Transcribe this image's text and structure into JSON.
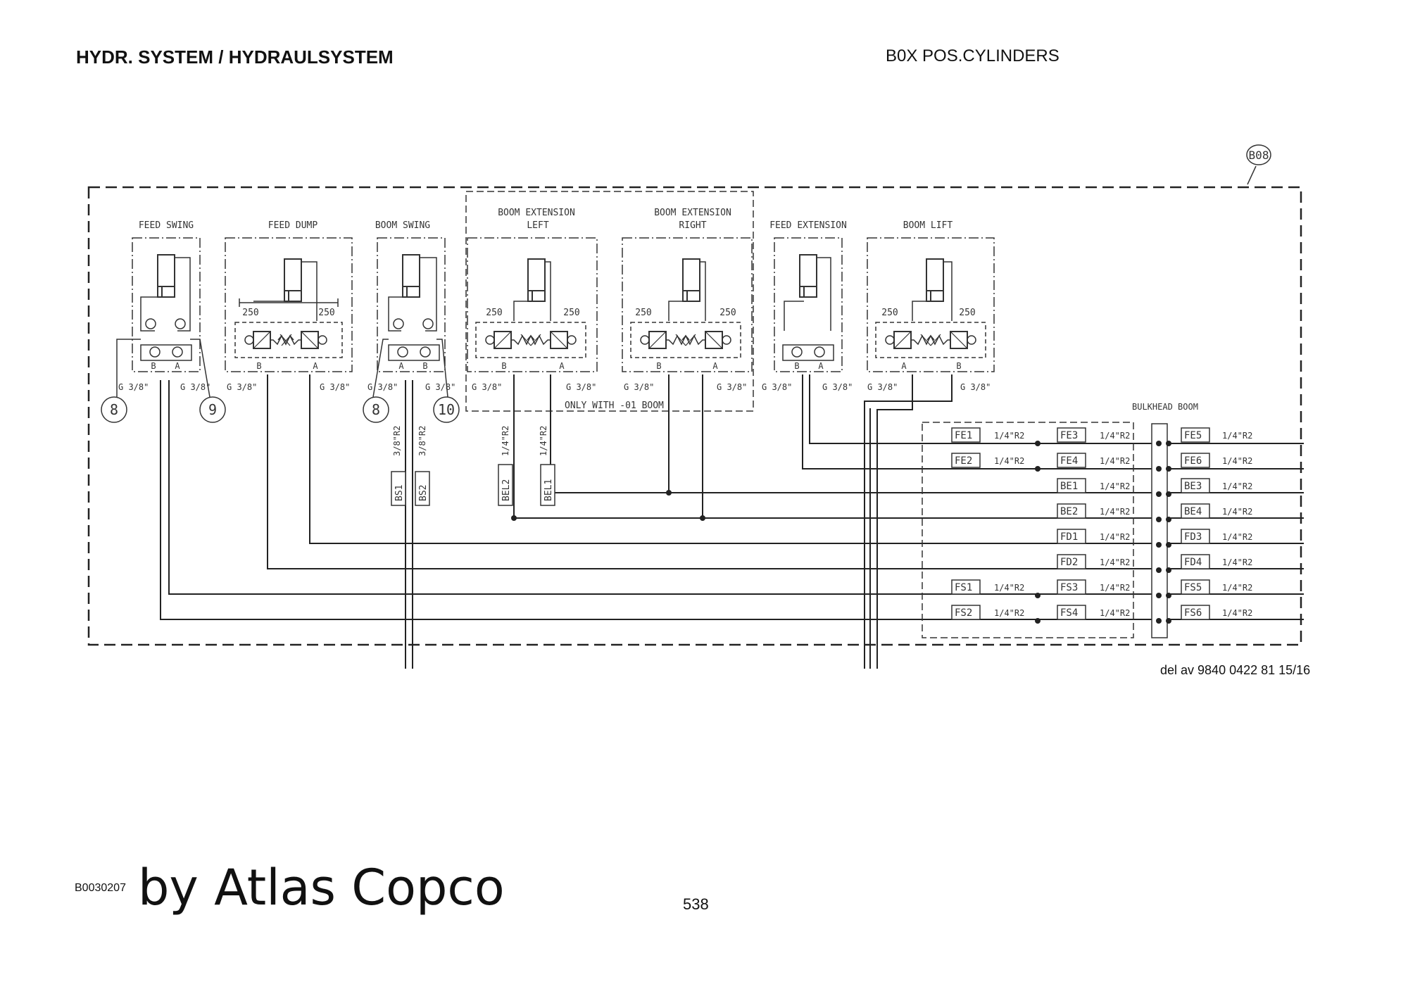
{
  "header": {
    "title_left": "HYDR. SYSTEM / HYDRAULSYSTEM",
    "title_right": "B0X POS.CYLINDERS"
  },
  "footer": {
    "reference": "del av 9840 0422 81 15/16",
    "drawing_number": "B0030207",
    "brand": "by Atlas Copco",
    "page_number": "538"
  },
  "diagram": {
    "assembly_tag": "B08",
    "note": "ONLY WITH -01 BOOM",
    "bulkhead_label": "BULKHEAD BOOM",
    "sections": [
      {
        "line1": "FEED SWING",
        "line2": ""
      },
      {
        "line1": "FEED DUMP",
        "line2": ""
      },
      {
        "line1": "BOOM SWING",
        "line2": ""
      },
      {
        "line1": "BOOM EXTENSION",
        "line2": "LEFT"
      },
      {
        "line1": "BOOM EXTENSION",
        "line2": "RIGHT"
      },
      {
        "line1": "FEED EXTENSION",
        "line2": ""
      },
      {
        "line1": "BOOM LIFT",
        "line2": ""
      }
    ],
    "relief_setting": "250",
    "port_a": "A",
    "port_b": "B",
    "port_thread": "G 3/8\"",
    "callouts": [
      "8",
      "9",
      "8",
      "10"
    ],
    "vertical_hoses": [
      {
        "spec": "3/8\"R2",
        "tag": "BS1"
      },
      {
        "spec": "3/8\"R2",
        "tag": "BS2"
      },
      {
        "spec": "1/4\"R2",
        "tag": "BEL2"
      },
      {
        "spec": "1/4\"R2",
        "tag": "BEL1"
      }
    ],
    "hose_rows": [
      {
        "left_tag": "FE1",
        "left_spec": "1/4\"R2",
        "mid_tag": "FE3",
        "mid_spec": "1/4\"R2",
        "right_tag": "FE5",
        "right_spec": "1/4\"R2"
      },
      {
        "left_tag": "FE2",
        "left_spec": "1/4\"R2",
        "mid_tag": "FE4",
        "mid_spec": "1/4\"R2",
        "right_tag": "FE6",
        "right_spec": "1/4\"R2"
      },
      {
        "left_tag": "",
        "left_spec": "",
        "mid_tag": "BE1",
        "mid_spec": "1/4\"R2",
        "right_tag": "BE3",
        "right_spec": "1/4\"R2"
      },
      {
        "left_tag": "",
        "left_spec": "",
        "mid_tag": "BE2",
        "mid_spec": "1/4\"R2",
        "right_tag": "BE4",
        "right_spec": "1/4\"R2"
      },
      {
        "left_tag": "",
        "left_spec": "",
        "mid_tag": "FD1",
        "mid_spec": "1/4\"R2",
        "right_tag": "FD3",
        "right_spec": "1/4\"R2"
      },
      {
        "left_tag": "",
        "left_spec": "",
        "mid_tag": "FD2",
        "mid_spec": "1/4\"R2",
        "right_tag": "FD4",
        "right_spec": "1/4\"R2"
      },
      {
        "left_tag": "FS1",
        "left_spec": "1/4\"R2",
        "mid_tag": "FS3",
        "mid_spec": "1/4\"R2",
        "right_tag": "FS5",
        "right_spec": "1/4\"R2"
      },
      {
        "left_tag": "FS2",
        "left_spec": "1/4\"R2",
        "mid_tag": "FS4",
        "mid_spec": "1/4\"R2",
        "right_tag": "FS6",
        "right_spec": "1/4\"R2"
      }
    ]
  }
}
